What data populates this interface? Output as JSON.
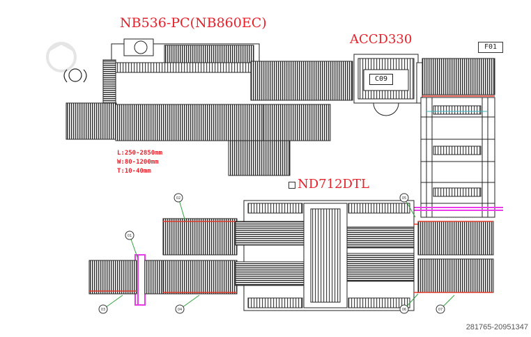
{
  "labels": {
    "top_machine": "NB536-PC(NB860EC)",
    "right_machine": "ACCD330",
    "bottom_machine": "ND712DTL",
    "station_code": "C09",
    "frame_code": "F01"
  },
  "specs": [
    "L:250-2850mm",
    "W:80-1200mm",
    "T:10-40mm"
  ],
  "reference": "281765-20951347",
  "callouts": [
    "01",
    "02",
    "03",
    "04",
    "05",
    "06",
    "07"
  ],
  "colors": {
    "label_red": "#e8202a",
    "conveyor_dark": "#2b2b2b",
    "guide_red": "#e23a2a",
    "stop_magenta": "#e83ce8",
    "leader_green": "#2fa23a",
    "accent_cyan": "#3ab7c8"
  }
}
